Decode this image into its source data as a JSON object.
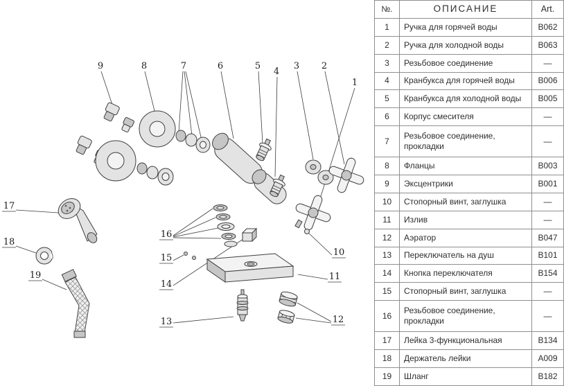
{
  "table": {
    "headers": {
      "no": "№.",
      "description": "ОПИСАНИЕ",
      "art": "Art."
    },
    "rows": [
      {
        "no": "1",
        "description": "Ручка для горячей воды",
        "art": "B062"
      },
      {
        "no": "2",
        "description": "Ручка для холодной воды",
        "art": "B063"
      },
      {
        "no": "3",
        "description": "Резьбовое соединение",
        "art": "—"
      },
      {
        "no": "4",
        "description": "Кранбукса для горячей воды",
        "art": "B006"
      },
      {
        "no": "5",
        "description": "Кранбукса для холодной воды",
        "art": "B005"
      },
      {
        "no": "6",
        "description": "Корпус смесителя",
        "art": "—"
      },
      {
        "no": "7",
        "description": "Резьбовое соединение, прокладки",
        "art": "—"
      },
      {
        "no": "8",
        "description": "Фланцы",
        "art": "B003"
      },
      {
        "no": "9",
        "description": "Эксцентрики",
        "art": "B001"
      },
      {
        "no": "10",
        "description": "Стопорный винт, заглушка",
        "art": "—"
      },
      {
        "no": "11",
        "description": "Излив",
        "art": "—"
      },
      {
        "no": "12",
        "description": "Аэратор",
        "art": "B047"
      },
      {
        "no": "13",
        "description": "Переключатель на душ",
        "art": "B101"
      },
      {
        "no": "14",
        "description": "Кнопка переключателя",
        "art": "B154"
      },
      {
        "no": "15",
        "description": "Стопорный винт, заглушка",
        "art": "—"
      },
      {
        "no": "16",
        "description": "Резьбовое соединение, прокладки",
        "art": "—"
      },
      {
        "no": "17",
        "description": "Лейка 3-функциональная",
        "art": "B134"
      },
      {
        "no": "18",
        "description": "Держатель лейки",
        "art": "A009"
      },
      {
        "no": "19",
        "description": "Шланг",
        "art": "B182"
      }
    ]
  },
  "diagram": {
    "callouts": {
      "n1": "1",
      "n2": "2",
      "n3": "3",
      "n4": "4",
      "n5": "5",
      "n6": "6",
      "n7": "7",
      "n8": "8",
      "n9": "9",
      "n10": "10",
      "n11": "11",
      "n12": "12",
      "n13": "13",
      "n14": "14",
      "n15": "15",
      "n16": "16",
      "n17": "17",
      "n18": "18",
      "n19": "19"
    }
  },
  "colors": {
    "table_border": "#8f8f8f",
    "text": "#2e2e2e",
    "drawing_line": "#3f3f3f"
  }
}
